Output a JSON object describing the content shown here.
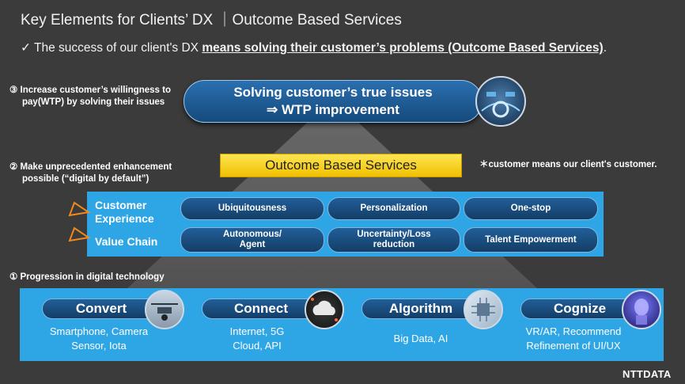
{
  "header": {
    "title": "Key Elements for Clients’ DX ｜Outcome Based Services",
    "subtitle_prefix": "✓ The success of our client's DX ",
    "subtitle_emphasis": "means solving their customer’s problems (Outcome Based Services)",
    "subtitle_suffix": "."
  },
  "levels": {
    "level3": {
      "line1": "③ Increase customer’s willingness  to",
      "line2": "pay(WTP)   by solving their issues"
    },
    "level2": {
      "line1": "② Make unprecedented enhancement",
      "line2": "possible (“digital by default”)"
    },
    "level1": {
      "line1": "① Progression in digital technology"
    }
  },
  "top_goal": {
    "line1": "Solving customer’s true issues",
    "line2": "⇒  WTP improvement",
    "image_icon": "car-dashboard-icon"
  },
  "outcome_label": "Outcome Based Services",
  "note": "＊customer means our client's customer.",
  "middle": {
    "rows": [
      {
        "label_line1": "Customer",
        "label_line2": "Experience",
        "items": [
          "Ubiquitousness",
          "Personalization",
          "One-stop"
        ]
      },
      {
        "label_line1": "Value Chain",
        "label_line2": "",
        "items": [
          [
            "Autonomous/",
            "Agent"
          ],
          [
            "Uncertainty/Loss",
            "reduction"
          ],
          [
            "Talent Empowerment"
          ]
        ]
      }
    ]
  },
  "technologies": [
    {
      "name": "Convert",
      "line1": "Smartphone, Camera",
      "line2": "Sensor, Iota",
      "icon": "drone-icon"
    },
    {
      "name": "Connect",
      "line1": "Internet, 5G",
      "line2": "Cloud, API",
      "icon": "cloud-network-icon"
    },
    {
      "name": "Algorithm",
      "line1": "Big Data, AI",
      "line2": "",
      "icon": "circuit-chip-icon"
    },
    {
      "name": "Cognize",
      "line1": "VR/AR, Recommend",
      "line2": "Refinement of UI/UX",
      "icon": "ai-head-icon"
    }
  ],
  "brand": {
    "logo": "NTTDATA"
  },
  "colors": {
    "background": "#3b3b3b",
    "panel_blue": "#2ea6e6",
    "pill_blue": "#1a4f82",
    "outcome_yellow": "#f5d000",
    "arrow_orange": "#f08a1c"
  }
}
